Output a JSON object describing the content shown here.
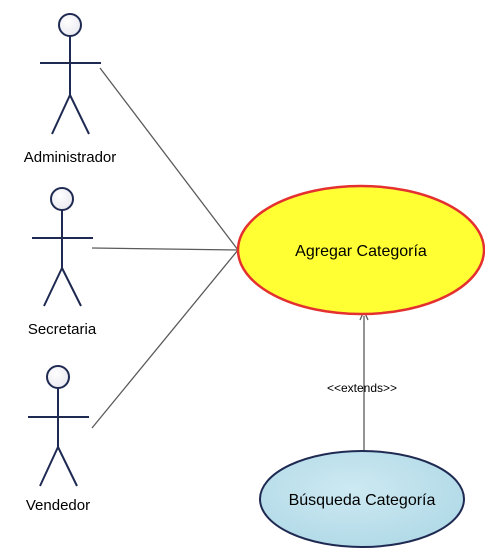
{
  "colors": {
    "actor_stroke": "#1f2a52",
    "actor_head_fill": "#ffffff",
    "line": "#5a5a5a",
    "primary_usecase_fill": "#ffff33",
    "primary_usecase_stroke": "#e53030",
    "secondary_usecase_fill": "#b9e0ec",
    "secondary_usecase_stroke": "#1f2a52"
  },
  "actors": [
    {
      "name": "Administrador"
    },
    {
      "name": "Secretaria"
    },
    {
      "name": "Vendedor"
    }
  ],
  "use_cases": {
    "primary": {
      "label": "Agregar Categoría"
    },
    "secondary": {
      "label": "Búsqueda Categoría"
    }
  },
  "relationship": {
    "stereotype": "<<extends>>"
  }
}
